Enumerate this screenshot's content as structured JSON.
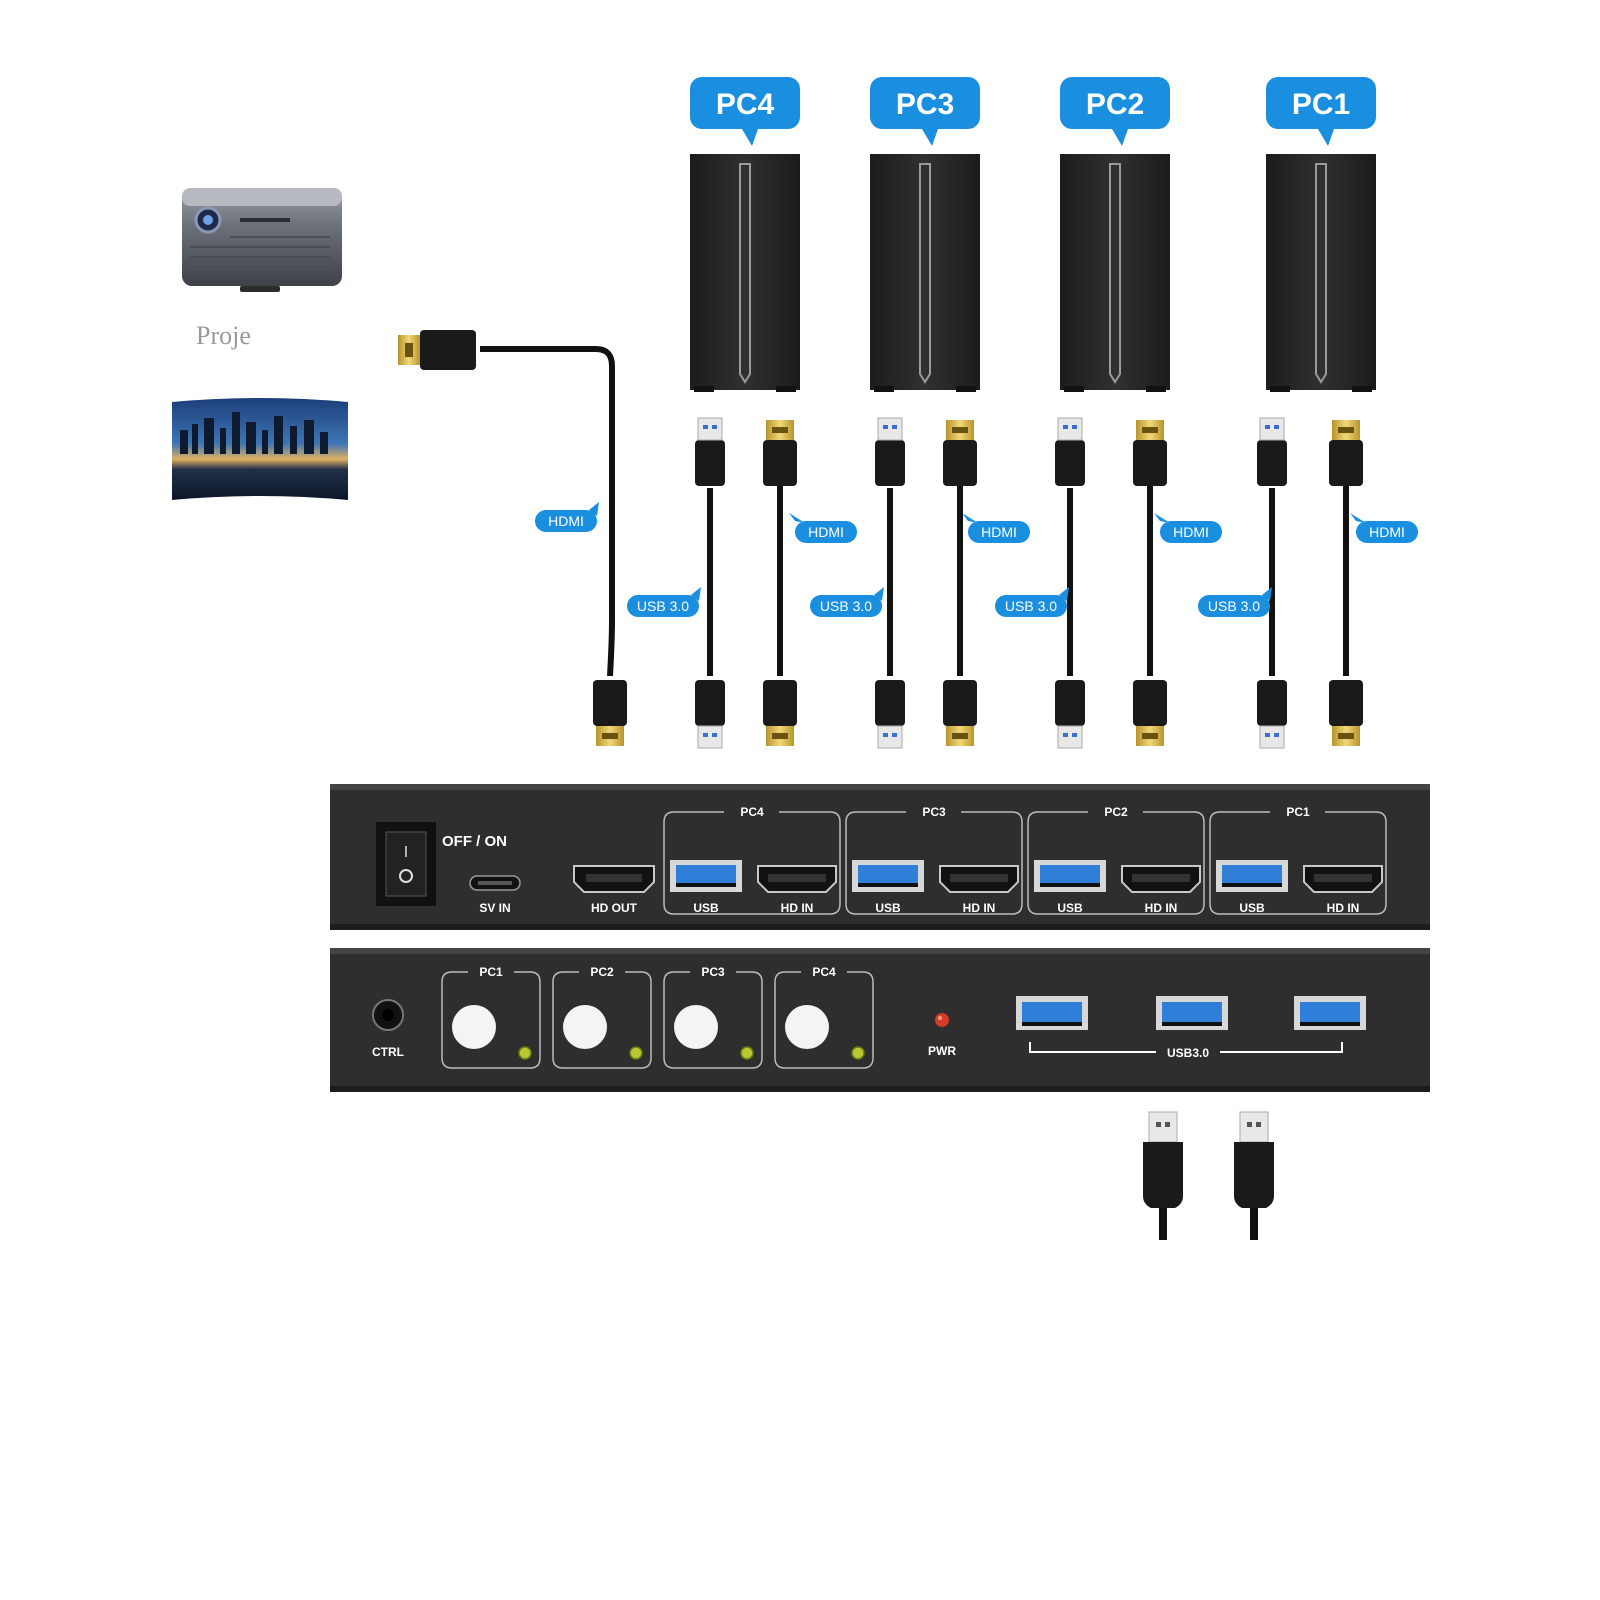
{
  "pcs": [
    {
      "label": "PC4"
    },
    {
      "label": "PC3"
    },
    {
      "label": "PC2"
    },
    {
      "label": "PC1"
    }
  ],
  "left": {
    "projector_label": "Proje",
    "hdmi_tag": "HDMI"
  },
  "cables": {
    "hdmi_tag": "HDMI",
    "usb_tag": "USB 3.0"
  },
  "rear_panel": {
    "switch_label": "OFF / ON",
    "sv_in": "SV IN",
    "hd_out": "HD OUT",
    "groups": [
      {
        "name": "PC4",
        "usb": "USB",
        "hd_in": "HD IN"
      },
      {
        "name": "PC3",
        "usb": "USB",
        "hd_in": "HD IN"
      },
      {
        "name": "PC2",
        "usb": "USB",
        "hd_in": "HD IN"
      },
      {
        "name": "PC1",
        "usb": "USB",
        "hd_in": "HD IN"
      }
    ]
  },
  "front_panel": {
    "ctrl": "CTRL",
    "buttons": [
      "PC1",
      "PC2",
      "PC3",
      "PC4"
    ],
    "pwr": "PWR",
    "usb_label": "USB3.0"
  },
  "colors": {
    "tag_blue": "#1a8fe0",
    "device_black": "#2a2a2a",
    "panel_black": "#2e2e2e",
    "usb_blue": "#2f7fd8",
    "gold": "#d9b84a",
    "led_green": "#b8c830",
    "led_red": "#d83a2a"
  }
}
